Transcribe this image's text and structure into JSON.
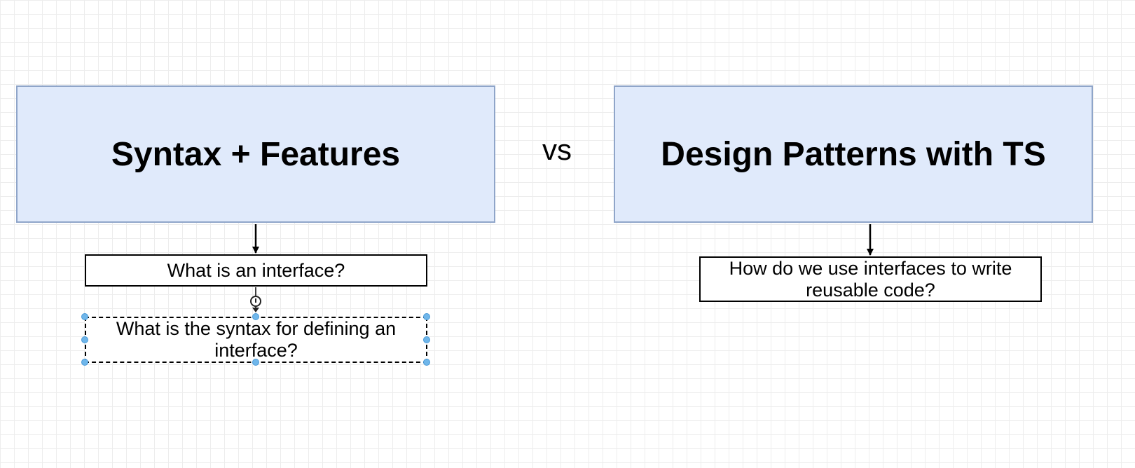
{
  "diagram": {
    "left_box": {
      "title": "Syntax + Features"
    },
    "separator": "vs",
    "right_box": {
      "title": "Design Patterns with TS"
    },
    "left_children": [
      "What is an interface?",
      "What is the syntax for defining an interface?"
    ],
    "right_children": [
      "How do we use interfaces to write reusable code?"
    ],
    "selected_item": "What is the syntax for defining an interface?"
  },
  "colors": {
    "box_fill": "#e0eafb",
    "box_border": "#8fa5c9",
    "handle": "#6fb6ea",
    "grid": "#ededed"
  },
  "icons": {
    "cursor": "connect-cursor-icon"
  }
}
